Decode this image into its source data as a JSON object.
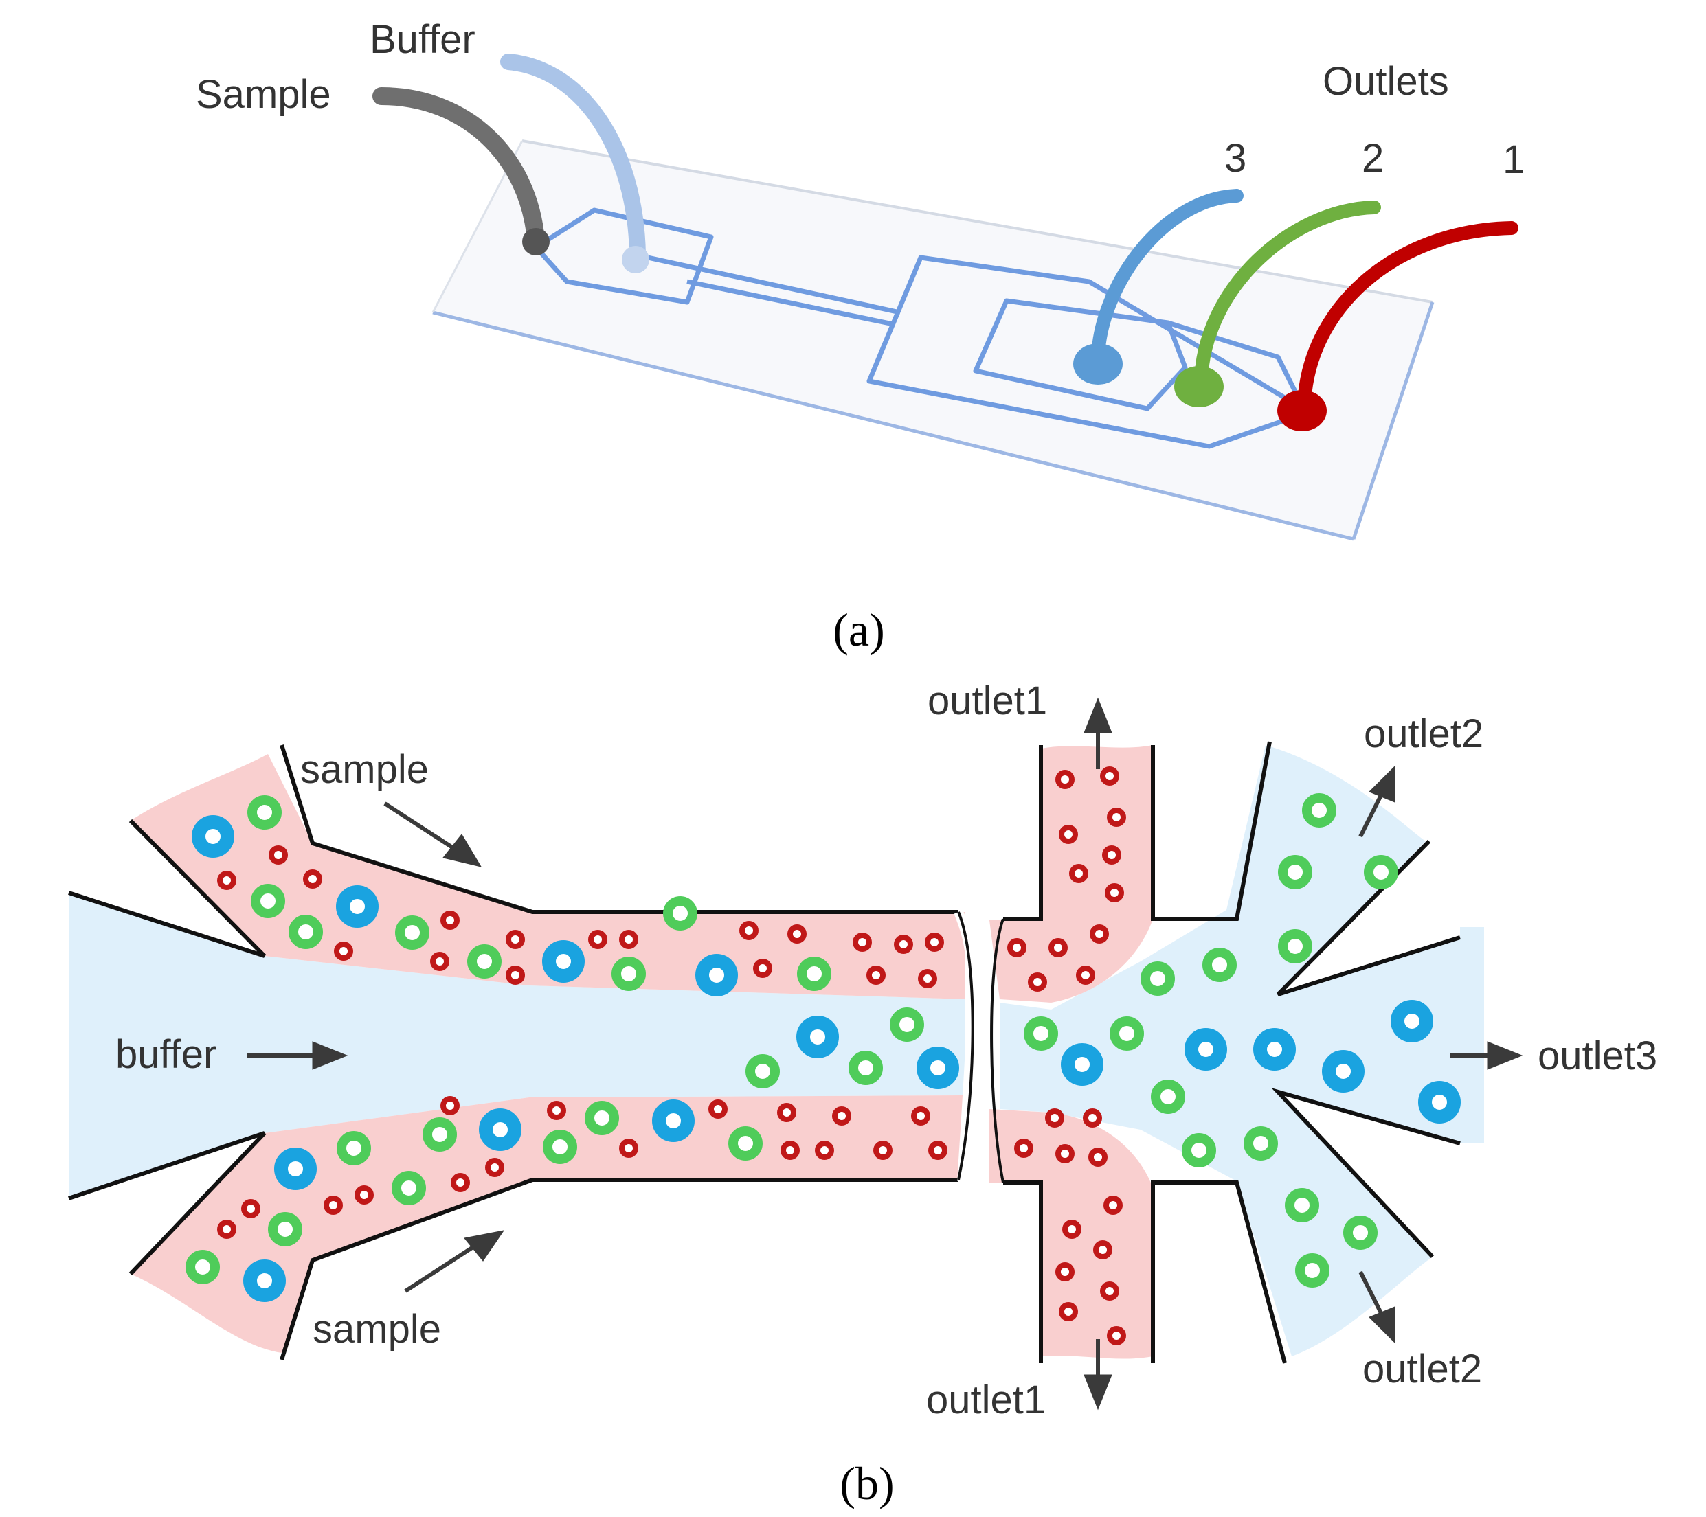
{
  "panel_a": {
    "caption": "(a)",
    "labels": {
      "sample": "Sample",
      "buffer": "Buffer",
      "outlets": "Outlets",
      "outlet_3": "3",
      "outlet_2": "2",
      "outlet_1": "1"
    }
  },
  "panel_b": {
    "caption": "(b)",
    "labels": {
      "sample_top": "sample",
      "sample_bottom": "sample",
      "buffer": "buffer",
      "outlet1_top": "outlet1",
      "outlet1_bottom": "outlet1",
      "outlet2_top": "outlet2",
      "outlet2_bottom": "outlet2",
      "outlet3": "outlet3"
    }
  },
  "colors": {
    "sample_tube": "#6f6f6f",
    "buffer_tube": "#aac4e8",
    "channel_outline": "#6f9be0",
    "outlet_blue": "#5b9bd5",
    "outlet_green": "#6fb040",
    "outlet_red": "#c00000",
    "sample_fluid": "#f9cfcf",
    "buffer_fluid": "#dff0fb",
    "large_particle": "#1aa3e0",
    "medium_particle": "#4fcc5a",
    "small_particle": "#c01818",
    "arrow": "#3a3a3a"
  }
}
